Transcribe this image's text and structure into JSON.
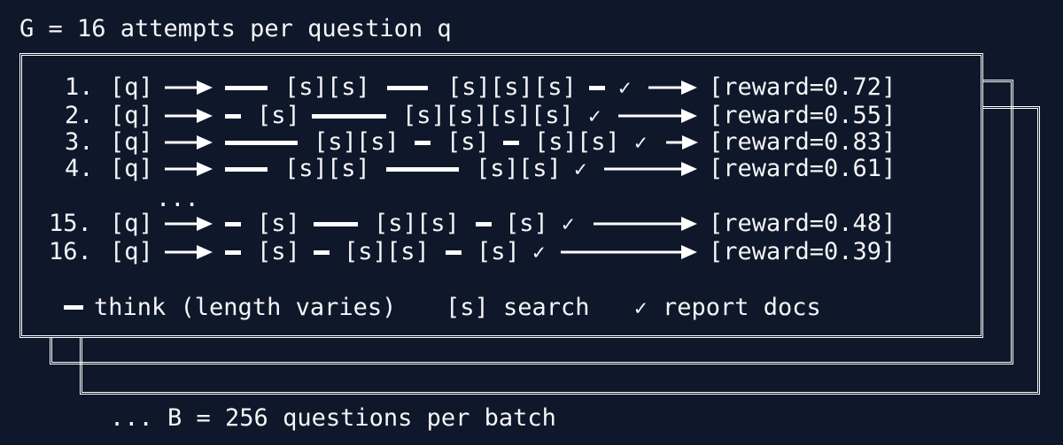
{
  "title": "G = 16 attempts per question q",
  "footer": "... B = 256 questions per batch",
  "ellipsis": "...",
  "question_token": "[q]",
  "search_token": "[s]",
  "check_glyph": "✓",
  "rows": [
    {
      "index": "1.",
      "reward": "[reward=0.72]"
    },
    {
      "index": "2.",
      "reward": "[reward=0.55]"
    },
    {
      "index": "3.",
      "reward": "[reward=0.83]"
    },
    {
      "index": "4.",
      "reward": "[reward=0.61]"
    },
    {
      "index": "15.",
      "reward": "[reward=0.48]"
    },
    {
      "index": "16.",
      "reward": "[reward=0.39]"
    }
  ],
  "legend": {
    "think": "think (length varies)",
    "search": "[s] search",
    "report": "report docs"
  },
  "colors": {
    "background": "#0f182a",
    "foreground": "#f4f5f7",
    "lines": "#ffffff"
  }
}
